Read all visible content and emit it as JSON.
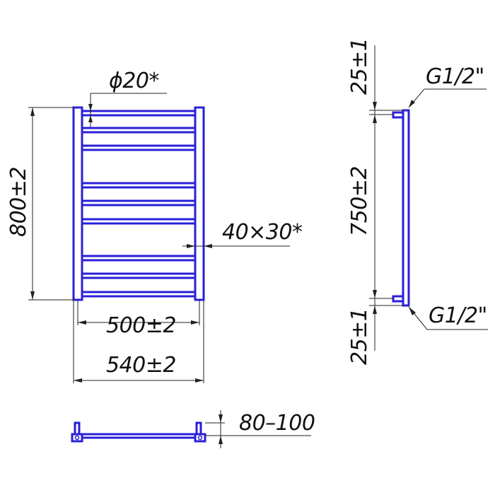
{
  "labels": {
    "tube_diameter": "ϕ20*",
    "height": "800±2",
    "profile": "40×30*",
    "inner_width": "500±2",
    "outer_width": "540±2",
    "top_offset": "25±1",
    "connection_top": "G1/2\"",
    "center_distance": "750±2",
    "connection_bottom": "G1/2\"",
    "bottom_offset": "25±1",
    "wall_distance": "80–100"
  },
  "colors": {
    "part_outline": "#2a1fd8",
    "dimension_line": "#222222"
  }
}
